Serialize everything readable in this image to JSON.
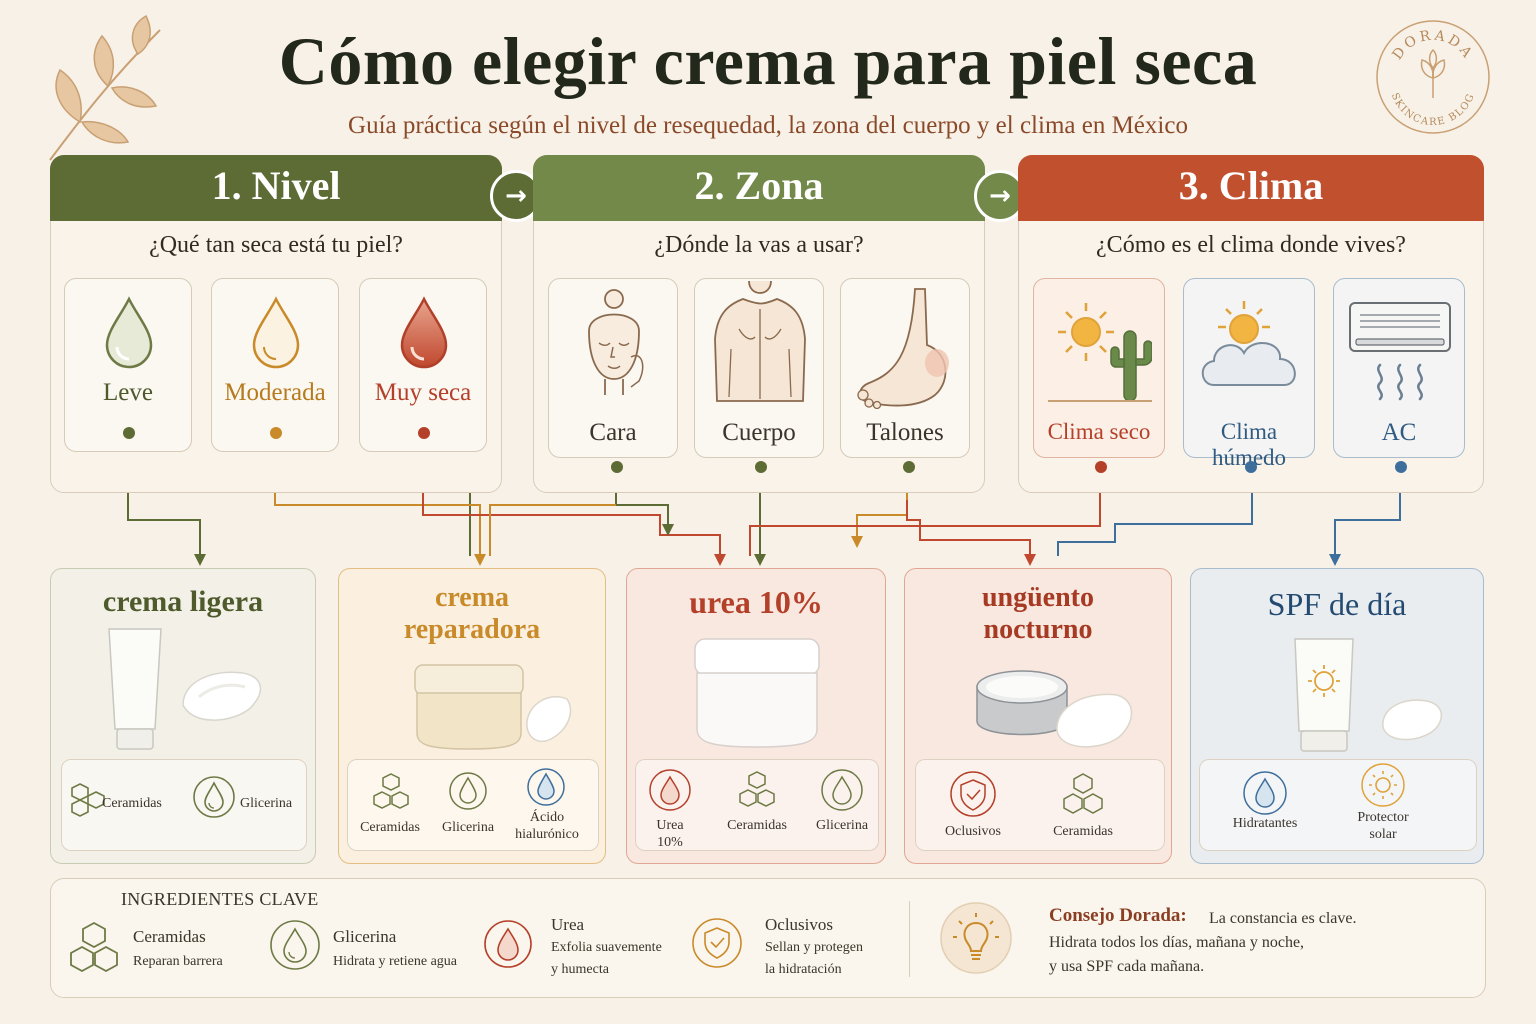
{
  "header": {
    "title": "Cómo elegir crema para piel seca",
    "subtitle": "Guía práctica según el nivel de resequedad, la zona del cuerpo y el clima en México",
    "seal_top": "DORADA",
    "seal_bottom": "SKINCARE BLOG"
  },
  "colors": {
    "olive": "#5d6b34",
    "green": "#73894a",
    "rust": "#c1502e",
    "amber": "#c98a2a",
    "red": "#c0482e",
    "blue": "#3e6f9c",
    "cream": "#f8f1e7"
  },
  "steps": [
    {
      "title": "1. Nivel",
      "question": "¿Qué tan seca está tu piel?",
      "options": [
        {
          "label": "Leve",
          "icon": "light-drop-icon"
        },
        {
          "label": "Moderada",
          "icon": "amber-drop-icon"
        },
        {
          "label": "Muy seca",
          "icon": "red-drop-icon"
        }
      ]
    },
    {
      "title": "2. Zona",
      "question": "¿Dónde la vas a usar?",
      "options": [
        {
          "label": "Cara",
          "icon": "face-icon"
        },
        {
          "label": "Cuerpo",
          "icon": "back-body-icon"
        },
        {
          "label": "Talones",
          "icon": "foot-heel-icon"
        }
      ]
    },
    {
      "title": "3. Clima",
      "question": "¿Cómo es el clima donde vives?",
      "options": [
        {
          "label": "Clima seco",
          "icon": "sun-cactus-icon"
        },
        {
          "label": "Clima húmedo",
          "icon": "sun-cloud-icon"
        },
        {
          "label": "AC",
          "icon": "air-conditioner-icon"
        }
      ]
    }
  ],
  "products": [
    {
      "title": "crema ligera",
      "icon": "tube-icon",
      "ingredients": [
        {
          "label": "Ceramidas",
          "icon": "hexagon-icon"
        },
        {
          "label": "Glicerina",
          "icon": "drop-icon"
        }
      ]
    },
    {
      "title_line1": "crema",
      "title_line2": "reparadora",
      "icon": "jar-icon",
      "ingredients": [
        {
          "label": "Ceramidas",
          "icon": "hexagon-icon"
        },
        {
          "label": "Glicerina",
          "icon": "drop-icon"
        },
        {
          "label_line1": "Ácido",
          "label_line2": "hialurónico",
          "icon": "blue-drop-icon"
        }
      ]
    },
    {
      "title": "urea 10%",
      "icon": "white-jar-icon",
      "ingredients": [
        {
          "label_line1": "Urea",
          "label_line2": "10%",
          "icon": "red-drop-icon"
        },
        {
          "label": "Ceramidas",
          "icon": "hexagon-icon"
        },
        {
          "label": "Glicerina",
          "icon": "drop-icon"
        }
      ]
    },
    {
      "title_line1": "ungüento",
      "title_line2": "nocturno",
      "icon": "tin-icon",
      "ingredients": [
        {
          "label": "Oclusivos",
          "icon": "shield-icon"
        },
        {
          "label": "Ceramidas",
          "icon": "hexagon-icon"
        }
      ]
    },
    {
      "title": "SPF de día",
      "icon": "sunscreen-tube-icon",
      "ingredients": [
        {
          "label": "Hidratantes",
          "icon": "blue-drop-icon"
        },
        {
          "label_line1": "Protector",
          "label_line2": "solar",
          "icon": "sun-icon"
        }
      ]
    }
  ],
  "key_ingredients": {
    "title": "INGREDIENTES CLAVE",
    "items": [
      {
        "name": "Ceramidas",
        "desc_line1": "Reparan barrera",
        "icon": "hexagon-icon"
      },
      {
        "name": "Glicerina",
        "desc_line1": "Hidrata y retiene agua",
        "icon": "drop-icon"
      },
      {
        "name": "Urea",
        "desc_line1": "Exfolia suavemente",
        "desc_line2": "y humecta",
        "icon": "red-drop-icon"
      },
      {
        "name": "Oclusivos",
        "desc_line1": "Sellan y protegen",
        "desc_line2": "la hidratación",
        "icon": "shield-icon"
      }
    ]
  },
  "tip": {
    "heading": "Consejo Dorada:",
    "line1": "La constancia es clave.",
    "line2": "Hidrata todos los días, mañana y noche,",
    "line3": "y usa SPF cada mañana.",
    "icon": "lightbulb-icon"
  }
}
